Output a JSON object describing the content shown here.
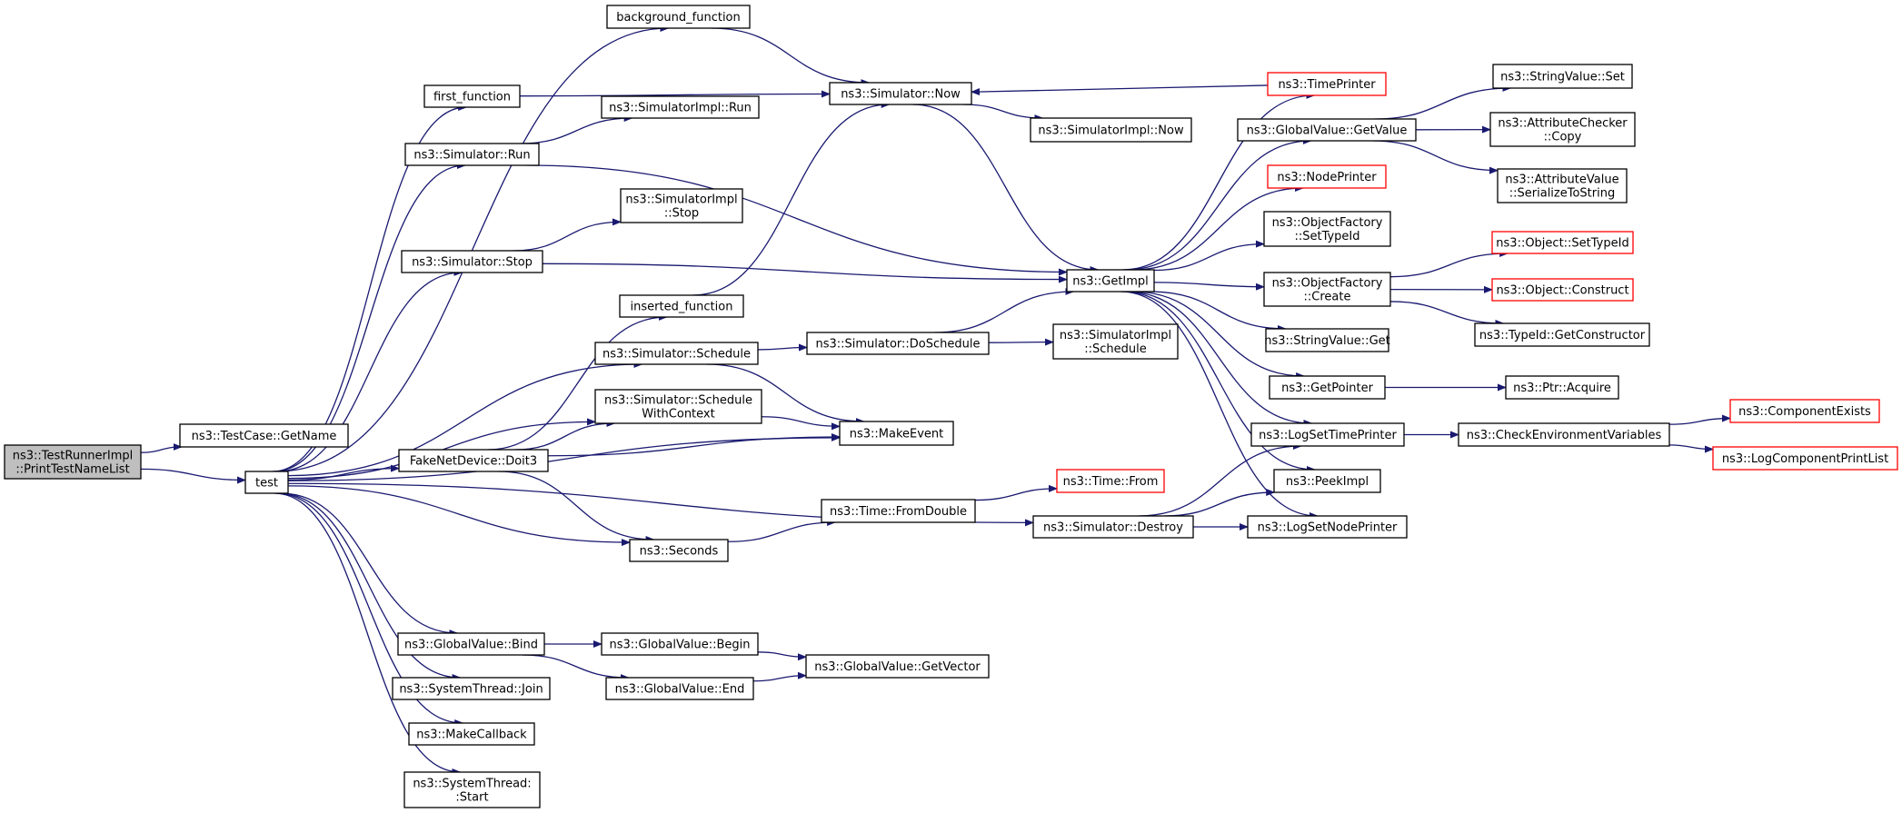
{
  "colors": {
    "edge": "#191970",
    "box_border": "#000000",
    "truncated_border": "#ff0000",
    "root_fill": "#bfbfbf"
  },
  "nodes": [
    {
      "id": "root",
      "lines": [
        "ns3::TestRunnerImpl",
        "::PrintTestNameList"
      ],
      "style": "root"
    },
    {
      "id": "getname",
      "lines": [
        "ns3::TestCase::GetName"
      ]
    },
    {
      "id": "test",
      "lines": [
        "test"
      ]
    },
    {
      "id": "bgfunc",
      "lines": [
        "background_function"
      ]
    },
    {
      "id": "firstfunc",
      "lines": [
        "first_function"
      ]
    },
    {
      "id": "simrun",
      "lines": [
        "ns3::Simulator::Run"
      ]
    },
    {
      "id": "simstop",
      "lines": [
        "ns3::Simulator::Stop"
      ]
    },
    {
      "id": "fakedoit",
      "lines": [
        "FakeNetDevice::Doit3"
      ]
    },
    {
      "id": "gvbind",
      "lines": [
        "ns3::GlobalValue::Bind"
      ]
    },
    {
      "id": "stjoin",
      "lines": [
        "ns3::SystemThread::Join"
      ]
    },
    {
      "id": "makecb",
      "lines": [
        "ns3::MakeCallback"
      ]
    },
    {
      "id": "ststart",
      "lines": [
        "ns3::SystemThread:",
        ":Start"
      ]
    },
    {
      "id": "simimplrun",
      "lines": [
        "ns3::SimulatorImpl::Run"
      ]
    },
    {
      "id": "simimplstop",
      "lines": [
        "ns3::SimulatorImpl",
        "::Stop"
      ]
    },
    {
      "id": "insertedfunc",
      "lines": [
        "inserted_function"
      ]
    },
    {
      "id": "simsched",
      "lines": [
        "ns3::Simulator::Schedule"
      ]
    },
    {
      "id": "simschedctx",
      "lines": [
        "ns3::Simulator::Schedule",
        "WithContext"
      ]
    },
    {
      "id": "seconds",
      "lines": [
        "ns3::Seconds"
      ]
    },
    {
      "id": "gvbegin",
      "lines": [
        "ns3::GlobalValue::Begin"
      ]
    },
    {
      "id": "gvend",
      "lines": [
        "ns3::GlobalValue::End"
      ]
    },
    {
      "id": "simnow",
      "lines": [
        "ns3::Simulator::Now"
      ]
    },
    {
      "id": "simdosched",
      "lines": [
        "ns3::Simulator::DoSchedule"
      ]
    },
    {
      "id": "makeevent",
      "lines": [
        "ns3::MakeEvent"
      ]
    },
    {
      "id": "timefromdouble",
      "lines": [
        "ns3::Time::FromDouble"
      ]
    },
    {
      "id": "gvgetvector",
      "lines": [
        "ns3::GlobalValue::GetVector"
      ]
    },
    {
      "id": "simimplnow",
      "lines": [
        "ns3::SimulatorImpl::Now"
      ]
    },
    {
      "id": "getimpl",
      "lines": [
        "ns3::GetImpl"
      ]
    },
    {
      "id": "simimplsched",
      "lines": [
        "ns3::SimulatorImpl",
        "::Schedule"
      ]
    },
    {
      "id": "timefrom",
      "lines": [
        "ns3::Time::From"
      ],
      "style": "red"
    },
    {
      "id": "simdestroy",
      "lines": [
        "ns3::Simulator::Destroy"
      ]
    },
    {
      "id": "timeprinter",
      "lines": [
        "ns3::TimePrinter"
      ],
      "style": "red"
    },
    {
      "id": "gvgetvalue",
      "lines": [
        "ns3::GlobalValue::GetValue"
      ]
    },
    {
      "id": "nodeprinter",
      "lines": [
        "ns3::NodePrinter"
      ],
      "style": "red"
    },
    {
      "id": "ofsettypeid",
      "lines": [
        "ns3::ObjectFactory",
        "::SetTypeId"
      ]
    },
    {
      "id": "ofcreate",
      "lines": [
        "ns3::ObjectFactory",
        "::Create"
      ]
    },
    {
      "id": "svget",
      "lines": [
        "ns3::StringValue::Get"
      ]
    },
    {
      "id": "getpointer",
      "lines": [
        "ns3::GetPointer"
      ]
    },
    {
      "id": "logsettimeprinter",
      "lines": [
        "ns3::LogSetTimePrinter"
      ]
    },
    {
      "id": "peekimpl",
      "lines": [
        "ns3::PeekImpl"
      ]
    },
    {
      "id": "logsetnodeprinter",
      "lines": [
        "ns3::LogSetNodePrinter"
      ]
    },
    {
      "id": "svset",
      "lines": [
        "ns3::StringValue::Set"
      ]
    },
    {
      "id": "accopy",
      "lines": [
        "ns3::AttributeChecker",
        "::Copy"
      ]
    },
    {
      "id": "avserialize",
      "lines": [
        "ns3::AttributeValue",
        "::SerializeToString"
      ]
    },
    {
      "id": "objsettypeid",
      "lines": [
        "ns3::Object::SetTypeId"
      ],
      "style": "red"
    },
    {
      "id": "objconstruct",
      "lines": [
        "ns3::Object::Construct"
      ],
      "style": "red"
    },
    {
      "id": "typeidgetctor",
      "lines": [
        "ns3::TypeId::GetConstructor"
      ]
    },
    {
      "id": "ptracquire",
      "lines": [
        "ns3::Ptr::Acquire"
      ]
    },
    {
      "id": "checkenv",
      "lines": [
        "ns3::CheckEnvironmentVariables"
      ]
    },
    {
      "id": "compexists",
      "lines": [
        "ns3::ComponentExists"
      ],
      "style": "red"
    },
    {
      "id": "logcompprint",
      "lines": [
        "ns3::LogComponentPrintList"
      ],
      "style": "red"
    }
  ],
  "edges": [
    [
      "root",
      "getname"
    ],
    [
      "root",
      "test"
    ],
    [
      "test",
      "bgfunc"
    ],
    [
      "test",
      "firstfunc"
    ],
    [
      "test",
      "simrun"
    ],
    [
      "test",
      "simstop"
    ],
    [
      "test",
      "simsched"
    ],
    [
      "test",
      "simschedctx"
    ],
    [
      "test",
      "fakedoit"
    ],
    [
      "test",
      "makeevent"
    ],
    [
      "test",
      "seconds"
    ],
    [
      "test",
      "simdestroy"
    ],
    [
      "test",
      "gvbind"
    ],
    [
      "test",
      "stjoin"
    ],
    [
      "test",
      "makecb"
    ],
    [
      "test",
      "ststart"
    ],
    [
      "bgfunc",
      "simnow"
    ],
    [
      "firstfunc",
      "simnow"
    ],
    [
      "simrun",
      "simimplrun"
    ],
    [
      "simrun",
      "getimpl"
    ],
    [
      "simstop",
      "simimplstop"
    ],
    [
      "simstop",
      "getimpl"
    ],
    [
      "fakedoit",
      "insertedfunc"
    ],
    [
      "fakedoit",
      "simschedctx"
    ],
    [
      "fakedoit",
      "makeevent"
    ],
    [
      "fakedoit",
      "seconds"
    ],
    [
      "insertedfunc",
      "simnow"
    ],
    [
      "simsched",
      "simdosched"
    ],
    [
      "simsched",
      "makeevent"
    ],
    [
      "simschedctx",
      "makeevent"
    ],
    [
      "seconds",
      "timefromdouble"
    ],
    [
      "gvbind",
      "gvbegin"
    ],
    [
      "gvbind",
      "gvend"
    ],
    [
      "gvbegin",
      "gvgetvector"
    ],
    [
      "gvend",
      "gvgetvector"
    ],
    [
      "simnow",
      "simimplnow"
    ],
    [
      "simnow",
      "getimpl"
    ],
    [
      "simdosched",
      "getimpl"
    ],
    [
      "simdosched",
      "simimplsched"
    ],
    [
      "timefromdouble",
      "timefrom"
    ],
    [
      "simdestroy",
      "logsettimeprinter"
    ],
    [
      "simdestroy",
      "peekimpl"
    ],
    [
      "simdestroy",
      "logsetnodeprinter"
    ],
    [
      "getimpl",
      "timeprinter"
    ],
    [
      "getimpl",
      "gvgetvalue"
    ],
    [
      "getimpl",
      "nodeprinter"
    ],
    [
      "getimpl",
      "ofsettypeid"
    ],
    [
      "getimpl",
      "ofcreate"
    ],
    [
      "getimpl",
      "svget"
    ],
    [
      "getimpl",
      "getpointer"
    ],
    [
      "getimpl",
      "logsettimeprinter"
    ],
    [
      "getimpl",
      "peekimpl"
    ],
    [
      "getimpl",
      "logsetnodeprinter"
    ],
    [
      "timeprinter",
      "simnow"
    ],
    [
      "gvgetvalue",
      "svset"
    ],
    [
      "gvgetvalue",
      "accopy"
    ],
    [
      "gvgetvalue",
      "avserialize"
    ],
    [
      "ofcreate",
      "objsettypeid"
    ],
    [
      "ofcreate",
      "objconstruct"
    ],
    [
      "ofcreate",
      "typeidgetctor"
    ],
    [
      "getpointer",
      "ptracquire"
    ],
    [
      "logsettimeprinter",
      "checkenv"
    ],
    [
      "checkenv",
      "compexists"
    ],
    [
      "checkenv",
      "logcompprint"
    ]
  ]
}
